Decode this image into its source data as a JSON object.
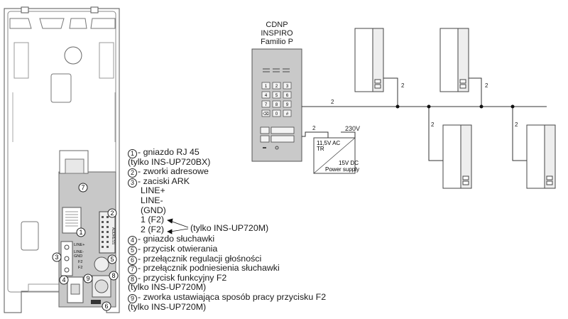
{
  "panel_title": [
    "CDNP",
    "INSPIRO",
    "Familio P"
  ],
  "keypad": [
    "1",
    "2",
    "3",
    "4",
    "5",
    "6",
    "7",
    "8",
    "9",
    "⌫",
    "0",
    "#"
  ],
  "wire_count": "2",
  "mains": "230V",
  "power_supply": {
    "ac": "11,5V AC",
    "tr": "TR",
    "dc": "15V DC",
    "name": "Power supply"
  },
  "board": {
    "callouts": [
      "1",
      "2",
      "3",
      "4",
      "5",
      "6",
      "7",
      "8",
      "9"
    ],
    "terminals": [
      "LINE+",
      "LINE-",
      "GND",
      "F2",
      "F2"
    ],
    "connector_text": "ADDRESS"
  },
  "legend": [
    {
      "num": "1",
      "text": "- gniazdo RJ 45"
    },
    {
      "num": "",
      "text": "(tylko INS-UP720BX)"
    },
    {
      "num": "2",
      "text": "- zworki adresowe"
    },
    {
      "num": "3",
      "text": "- zaciski ARK"
    },
    {
      "num": "",
      "text": "LINE+",
      "indent": true
    },
    {
      "num": "",
      "text": "LINE-",
      "indent": true
    },
    {
      "num": "",
      "text": "(GND)",
      "indent": true
    },
    {
      "num": "",
      "text": "1 (F2)",
      "indent": true
    },
    {
      "num": "",
      "text": "2 (F2)",
      "indent": true
    },
    {
      "num": "4",
      "text": "- gniazdo słuchawki"
    },
    {
      "num": "5",
      "text": "- przycisk otwierania"
    },
    {
      "num": "6",
      "text": "- przełącznik regulacji głośności"
    },
    {
      "num": "7",
      "text": "- przełącznik podniesienia słuchawki"
    },
    {
      "num": "8",
      "text": "- przycisk funkcyjny F2"
    },
    {
      "num": "",
      "text": "(tylko INS-UP720M)"
    },
    {
      "num": "9",
      "text": "- zworka ustawiająca sposób pracy przycisku F2"
    },
    {
      "num": "",
      "text": "(tylko INS-UP720M)"
    }
  ],
  "f2_note": "(tylko INS-UP720M)"
}
